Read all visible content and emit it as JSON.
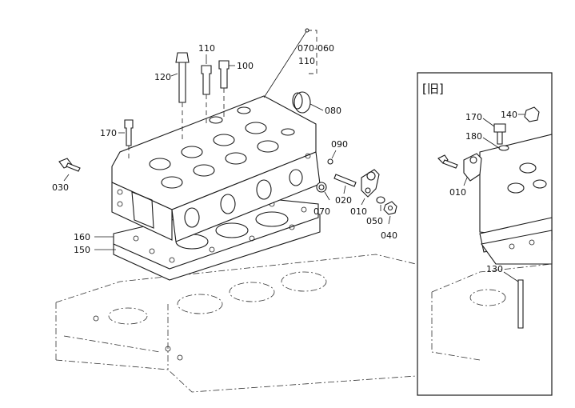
{
  "parts": {
    "p010": "010",
    "p020": "020",
    "p030": "030",
    "p040": "040",
    "p050": "050",
    "p060_set": "070-060",
    "p110_set": "110",
    "p070": "070",
    "p080": "080",
    "p090": "090",
    "p100": "100",
    "p110": "110",
    "p120": "120",
    "p150": "150",
    "p160": "160",
    "p170": "170"
  },
  "inset": {
    "title": "[旧]",
    "p010": "010",
    "p130": "130",
    "p140": "140",
    "p170": "170",
    "p180": "180"
  }
}
